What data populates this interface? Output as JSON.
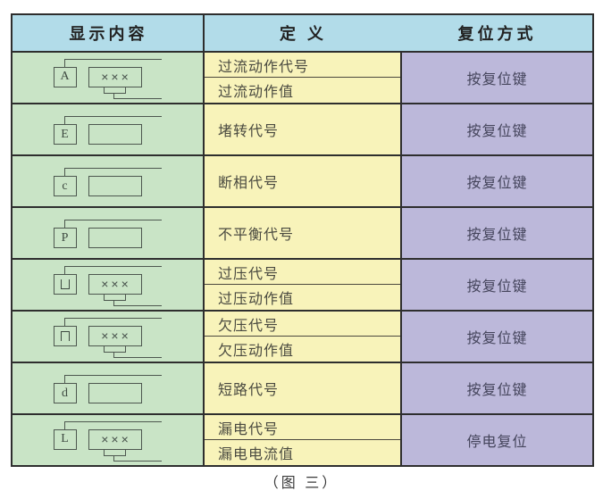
{
  "figure": {
    "caption": "（图 三）"
  },
  "table": {
    "headers": {
      "display": "显示内容",
      "definition": "定 义",
      "reset": "复位方式"
    },
    "rows": [
      {
        "code": "A",
        "value_display": "×××",
        "definitions": [
          "过流动作代号",
          "过流动作值"
        ],
        "reset": "按复位键"
      },
      {
        "code": "E",
        "value_display": "",
        "definitions": [
          "堵转代号"
        ],
        "reset": "按复位键"
      },
      {
        "code": "c",
        "value_display": "",
        "definitions": [
          "断相代号"
        ],
        "reset": "按复位键"
      },
      {
        "code": "P",
        "value_display": "",
        "definitions": [
          "不平衡代号"
        ],
        "reset": "按复位键"
      },
      {
        "code": "⊔",
        "value_display": "×××",
        "definitions": [
          "过压代号",
          "过压动作值"
        ],
        "reset": "按复位键"
      },
      {
        "code": "⊓",
        "value_display": "×××",
        "definitions": [
          "欠压代号",
          "欠压动作值"
        ],
        "reset": "按复位键"
      },
      {
        "code": "d",
        "value_display": "",
        "definitions": [
          "短路代号"
        ],
        "reset": "按复位键"
      },
      {
        "code": "L",
        "value_display": "×××",
        "definitions": [
          "漏电代号",
          "漏电电流值"
        ],
        "reset": "停电复位"
      }
    ],
    "colors": {
      "header_bg": "#b2dce9",
      "display_bg": "#c9e4c6",
      "definition_bg": "#f8f3ba",
      "reset_bg": "#bcb8da",
      "border": "#2e2e2e"
    }
  }
}
